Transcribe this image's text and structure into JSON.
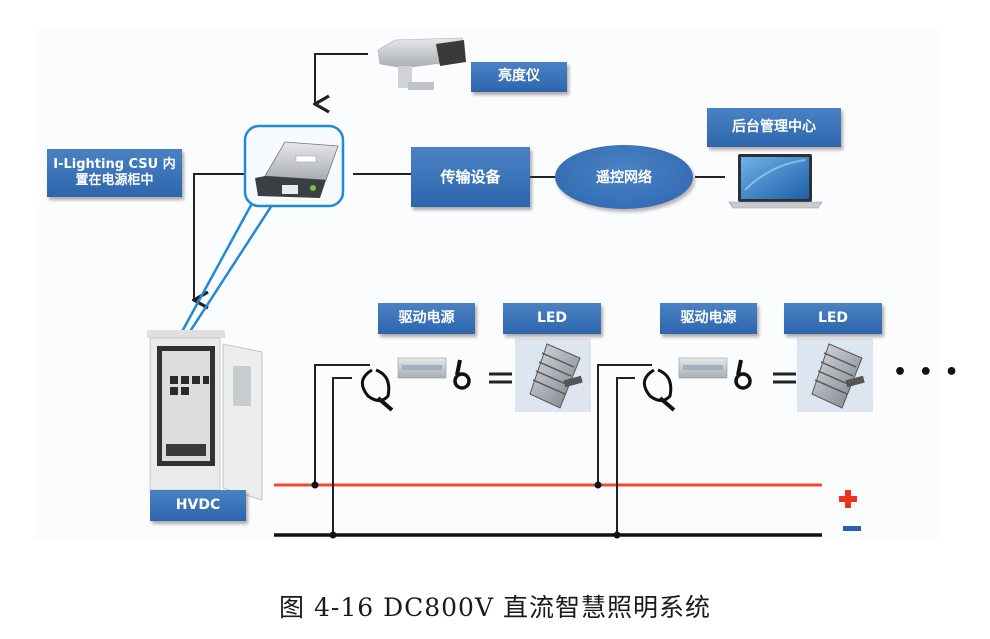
{
  "diagram": {
    "title": "DC800V 直流智慧照明系统",
    "nodes": {
      "brightness_meter": {
        "label": "亮度仪",
        "icon": "camera-sensor-icon"
      },
      "csu": {
        "label_line1": "I-Lighting CSU 内",
        "label_line2": "置在电源柜中",
        "icon": "controller-unit-icon"
      },
      "transmission": {
        "label": "传输设备"
      },
      "network": {
        "label": "遥控网络"
      },
      "backend": {
        "label": "后台管理中心",
        "icon": "laptop-icon"
      },
      "hvdc": {
        "label": "HVDC",
        "icon": "power-cabinet-icon"
      },
      "driver_1": {
        "label": "驱动电源",
        "icon": "driver-power-icon"
      },
      "led_1": {
        "label": "LED",
        "icon": "led-floodlight-icon"
      },
      "driver_2": {
        "label": "驱动电源",
        "icon": "driver-power-icon"
      },
      "led_2": {
        "label": "LED",
        "icon": "led-floodlight-icon"
      },
      "continuation": "• • •"
    },
    "bus": {
      "positive_symbol": "+",
      "negative_symbol": "−",
      "positive_color": "#f04a2a",
      "negative_color": "#111111",
      "minus_color": "#2d5fb0"
    },
    "accent_color": "#2d66ad",
    "callout_color": "#1f8ad6"
  },
  "caption": "图 4-16 DC800V 直流智慧照明系统"
}
